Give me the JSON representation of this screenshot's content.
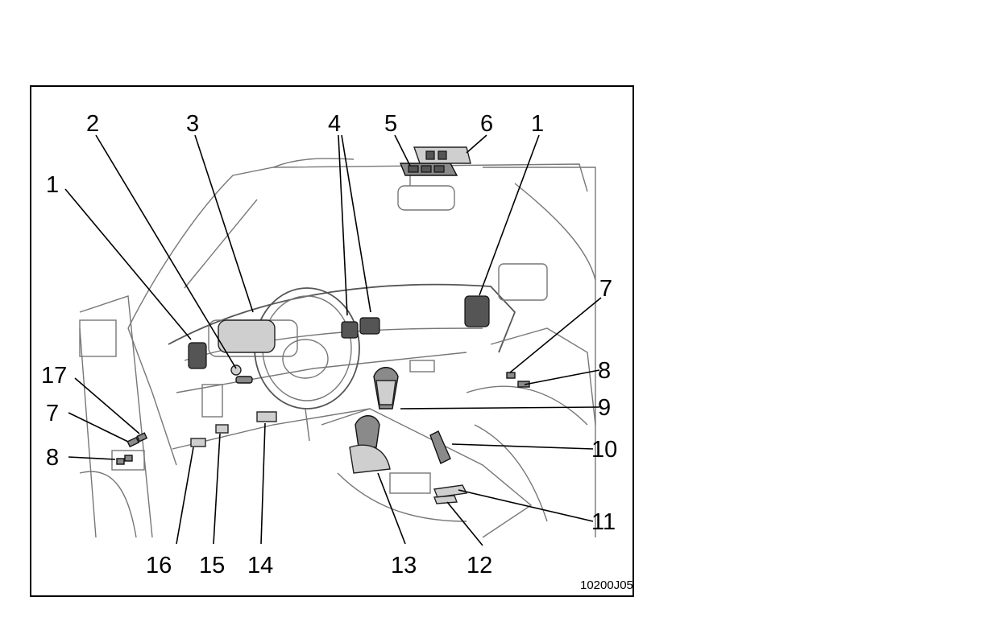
{
  "figure": {
    "code": "10200J05",
    "callouts": [
      {
        "id": "c1a",
        "label": "1"
      },
      {
        "id": "c2",
        "label": "2"
      },
      {
        "id": "c3",
        "label": "3"
      },
      {
        "id": "c4",
        "label": "4"
      },
      {
        "id": "c5",
        "label": "5"
      },
      {
        "id": "c6",
        "label": "6"
      },
      {
        "id": "c1b",
        "label": "1"
      },
      {
        "id": "c7a",
        "label": "7"
      },
      {
        "id": "c8a",
        "label": "8"
      },
      {
        "id": "c9",
        "label": "9"
      },
      {
        "id": "c10",
        "label": "10"
      },
      {
        "id": "c11",
        "label": "11"
      },
      {
        "id": "c12",
        "label": "12"
      },
      {
        "id": "c13",
        "label": "13"
      },
      {
        "id": "c14",
        "label": "14"
      },
      {
        "id": "c15",
        "label": "15"
      },
      {
        "id": "c16",
        "label": "16"
      },
      {
        "id": "c17",
        "label": "17"
      },
      {
        "id": "c7b",
        "label": "7"
      },
      {
        "id": "c8b",
        "label": "8"
      }
    ]
  }
}
